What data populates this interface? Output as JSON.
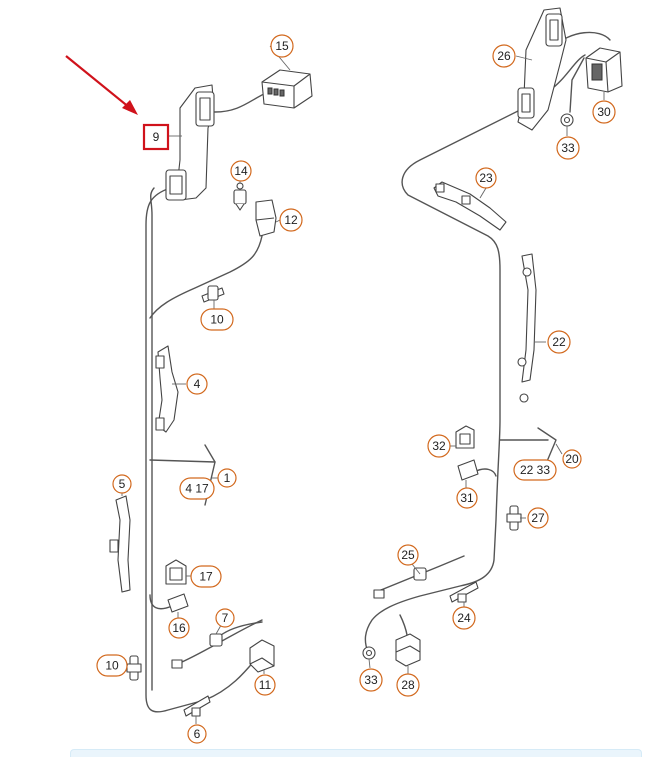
{
  "diagram": {
    "highlight_color": "#d0121b",
    "callout_outline_color": "#d2691e",
    "highlighted_callout": {
      "id": "9",
      "label": "9"
    },
    "callouts": [
      {
        "id": "15",
        "label": "15"
      },
      {
        "id": "14",
        "label": "14"
      },
      {
        "id": "12",
        "label": "12"
      },
      {
        "id": "10a",
        "label": "10"
      },
      {
        "id": "4",
        "label": "4"
      },
      {
        "id": "1",
        "label": "1"
      },
      {
        "id": "4-17",
        "label": "4 17"
      },
      {
        "id": "5",
        "label": "5"
      },
      {
        "id": "17",
        "label": "17"
      },
      {
        "id": "16",
        "label": "16"
      },
      {
        "id": "7",
        "label": "7"
      },
      {
        "id": "10b",
        "label": "10"
      },
      {
        "id": "11",
        "label": "11"
      },
      {
        "id": "6",
        "label": "6"
      },
      {
        "id": "26",
        "label": "26"
      },
      {
        "id": "30",
        "label": "30"
      },
      {
        "id": "33a",
        "label": "33"
      },
      {
        "id": "23",
        "label": "23"
      },
      {
        "id": "22",
        "label": "22"
      },
      {
        "id": "32",
        "label": "32"
      },
      {
        "id": "20",
        "label": "20"
      },
      {
        "id": "22-33",
        "label": "22 33"
      },
      {
        "id": "31",
        "label": "31"
      },
      {
        "id": "27",
        "label": "27"
      },
      {
        "id": "25",
        "label": "25"
      },
      {
        "id": "24",
        "label": "24"
      },
      {
        "id": "33b",
        "label": "33"
      },
      {
        "id": "28",
        "label": "28"
      }
    ]
  }
}
